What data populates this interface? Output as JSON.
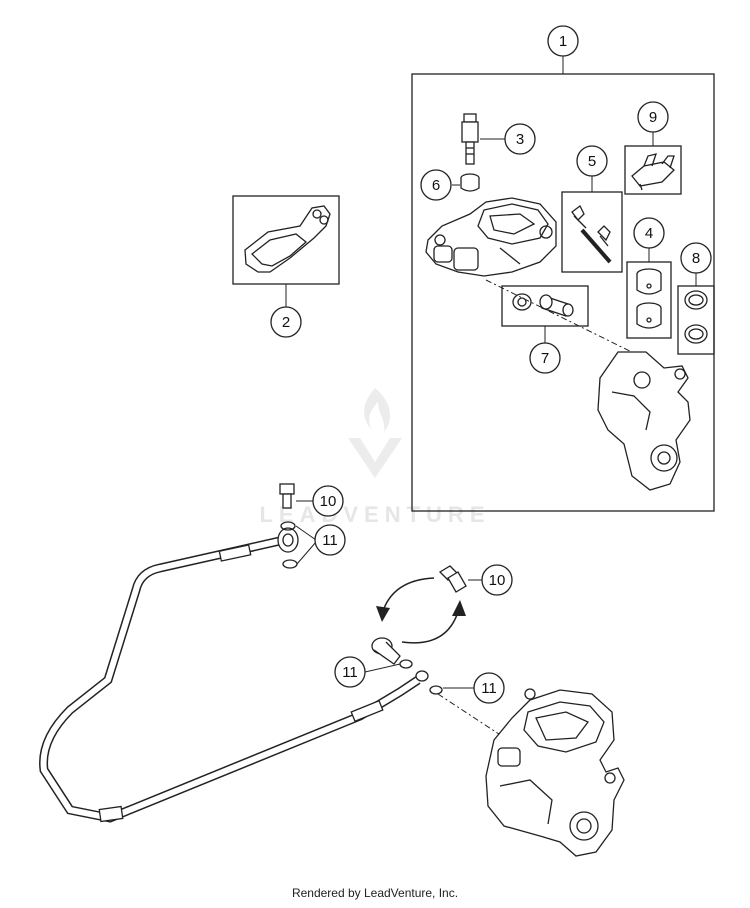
{
  "callouts": [
    {
      "id": "c1",
      "label": "1"
    },
    {
      "id": "c2",
      "label": "2"
    },
    {
      "id": "c3",
      "label": "3"
    },
    {
      "id": "c4",
      "label": "4"
    },
    {
      "id": "c5",
      "label": "5"
    },
    {
      "id": "c6",
      "label": "6"
    },
    {
      "id": "c7",
      "label": "7"
    },
    {
      "id": "c8",
      "label": "8"
    },
    {
      "id": "c9",
      "label": "9"
    },
    {
      "id": "c10a",
      "label": "10"
    },
    {
      "id": "c10b",
      "label": "10"
    },
    {
      "id": "c11a",
      "label": "11"
    },
    {
      "id": "c11b",
      "label": "11"
    },
    {
      "id": "c11c",
      "label": "11"
    }
  ],
  "watermark": {
    "text": "LEADVENTURE"
  },
  "footer": {
    "text": "Rendered by LeadVenture, Inc."
  }
}
